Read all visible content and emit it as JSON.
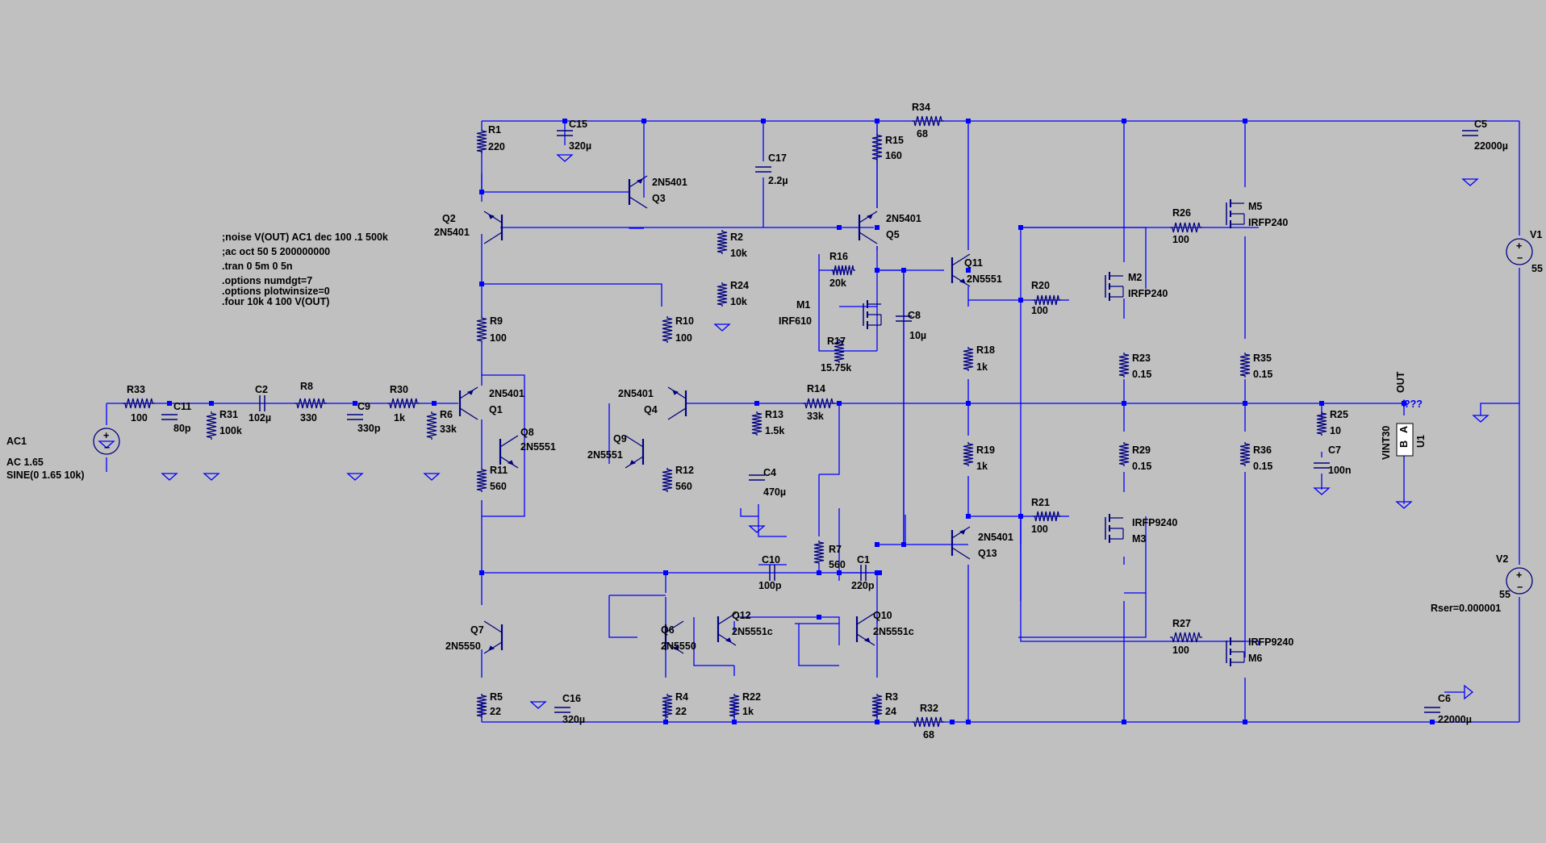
{
  "title": "",
  "colors": {
    "background": "#c0c0c0",
    "wire": "#0000ff",
    "component": "#000080",
    "text": "#000000"
  },
  "directives": [
    ";noise V(OUT) AC1 dec 100 .1 500k",
    ";ac oct 50 5 200000000",
    ".tran 0 5m 0 5n",
    ".options numdgt=7",
    ".options plotwinsize=0",
    ".four 10k 4 100 V(OUT)"
  ],
  "sources": {
    "ac1": {
      "name": "AC1",
      "ac": "AC 1.65",
      "value": "SINE(0 1.65 10k)"
    },
    "v1": {
      "name": "V1",
      "value": "55"
    },
    "v2": {
      "name": "V2",
      "value": "55",
      "rser": "Rser=0.000001"
    }
  },
  "net": {
    "out": "OUT",
    "unknown": "???"
  },
  "u1": {
    "name": "U1",
    "model": "VINT30",
    "pin_b": "B",
    "pin_a": "A"
  },
  "parts": [
    {
      "id": "R1",
      "name": "R1",
      "value": "220"
    },
    {
      "id": "R2",
      "name": "R2",
      "value": "10k"
    },
    {
      "id": "R3",
      "name": "R3",
      "value": "24"
    },
    {
      "id": "R4",
      "name": "R4",
      "value": "22"
    },
    {
      "id": "R5",
      "name": "R5",
      "value": "22"
    },
    {
      "id": "R6",
      "name": "R6",
      "value": "33k"
    },
    {
      "id": "R7",
      "name": "R7",
      "value": "560"
    },
    {
      "id": "R8",
      "name": "R8",
      "value": "330"
    },
    {
      "id": "R9",
      "name": "R9",
      "value": "100"
    },
    {
      "id": "R10",
      "name": "R10",
      "value": "100"
    },
    {
      "id": "R11",
      "name": "R11",
      "value": "560"
    },
    {
      "id": "R12",
      "name": "R12",
      "value": "560"
    },
    {
      "id": "R13",
      "name": "R13",
      "value": "1.5k"
    },
    {
      "id": "R14",
      "name": "R14",
      "value": "33k"
    },
    {
      "id": "R15",
      "name": "R15",
      "value": "160"
    },
    {
      "id": "R16",
      "name": "R16",
      "value": "20k"
    },
    {
      "id": "R17",
      "name": "R17",
      "value": "15.75k"
    },
    {
      "id": "R18",
      "name": "R18",
      "value": "1k"
    },
    {
      "id": "R19",
      "name": "R19",
      "value": "1k"
    },
    {
      "id": "R20",
      "name": "R20",
      "value": "100"
    },
    {
      "id": "R21",
      "name": "R21",
      "value": "100"
    },
    {
      "id": "R22",
      "name": "R22",
      "value": "1k"
    },
    {
      "id": "R23",
      "name": "R23",
      "value": "0.15"
    },
    {
      "id": "R24",
      "name": "R24",
      "value": "10k"
    },
    {
      "id": "R25",
      "name": "R25",
      "value": "10"
    },
    {
      "id": "R26",
      "name": "R26",
      "value": "100"
    },
    {
      "id": "R27",
      "name": "R27",
      "value": "100"
    },
    {
      "id": "R29",
      "name": "R29",
      "value": "0.15"
    },
    {
      "id": "R30",
      "name": "R30",
      "value": "1k"
    },
    {
      "id": "R31",
      "name": "R31",
      "value": "100k"
    },
    {
      "id": "R32",
      "name": "R32",
      "value": "68"
    },
    {
      "id": "R33",
      "name": "R33",
      "value": "100"
    },
    {
      "id": "R34",
      "name": "R34",
      "value": "68"
    },
    {
      "id": "R35",
      "name": "R35",
      "value": "0.15"
    },
    {
      "id": "R36",
      "name": "R36",
      "value": "0.15"
    },
    {
      "id": "C1",
      "name": "C1",
      "value": "220p"
    },
    {
      "id": "C2",
      "name": "C2",
      "value": "102µ"
    },
    {
      "id": "C4",
      "name": "C4",
      "value": "470µ"
    },
    {
      "id": "C5",
      "name": "C5",
      "value": "22000µ"
    },
    {
      "id": "C6",
      "name": "C6",
      "value": "22000µ"
    },
    {
      "id": "C7",
      "name": "C7",
      "value": "100n"
    },
    {
      "id": "C8",
      "name": "C8",
      "value": "10µ"
    },
    {
      "id": "C9",
      "name": "C9",
      "value": "330p"
    },
    {
      "id": "C10",
      "name": "C10",
      "value": "100p"
    },
    {
      "id": "C11",
      "name": "C11",
      "value": "80p"
    },
    {
      "id": "C15",
      "name": "C15",
      "value": "320µ"
    },
    {
      "id": "C16",
      "name": "C16",
      "value": "320µ"
    },
    {
      "id": "C17",
      "name": "C17",
      "value": "2.2µ"
    },
    {
      "id": "Q1",
      "name": "Q1",
      "value": "2N5401"
    },
    {
      "id": "Q2",
      "name": "Q2",
      "value": "2N5401"
    },
    {
      "id": "Q3",
      "name": "Q3",
      "value": "2N5401"
    },
    {
      "id": "Q4",
      "name": "Q4",
      "value": "2N5401"
    },
    {
      "id": "Q5",
      "name": "Q5",
      "value": "2N5401"
    },
    {
      "id": "Q6",
      "name": "Q6",
      "value": "2N5550"
    },
    {
      "id": "Q7",
      "name": "Q7",
      "value": "2N5550"
    },
    {
      "id": "Q8",
      "name": "Q8",
      "value": "2N5551"
    },
    {
      "id": "Q9",
      "name": "Q9",
      "value": "2N5551"
    },
    {
      "id": "Q10",
      "name": "Q10",
      "value": "2N5551c"
    },
    {
      "id": "Q11",
      "name": "Q11",
      "value": "2N5551"
    },
    {
      "id": "Q12",
      "name": "Q12",
      "value": "2N5551c"
    },
    {
      "id": "Q13",
      "name": "Q13",
      "value": "2N5401"
    },
    {
      "id": "M1",
      "name": "M1",
      "value": "IRF610"
    },
    {
      "id": "M2",
      "name": "M2",
      "value": "IRFP240"
    },
    {
      "id": "M3",
      "name": "M3",
      "value": "IRFP9240"
    },
    {
      "id": "M5",
      "name": "M5",
      "value": "IRFP240"
    },
    {
      "id": "M6",
      "name": "M6",
      "value": "IRFP9240"
    }
  ]
}
